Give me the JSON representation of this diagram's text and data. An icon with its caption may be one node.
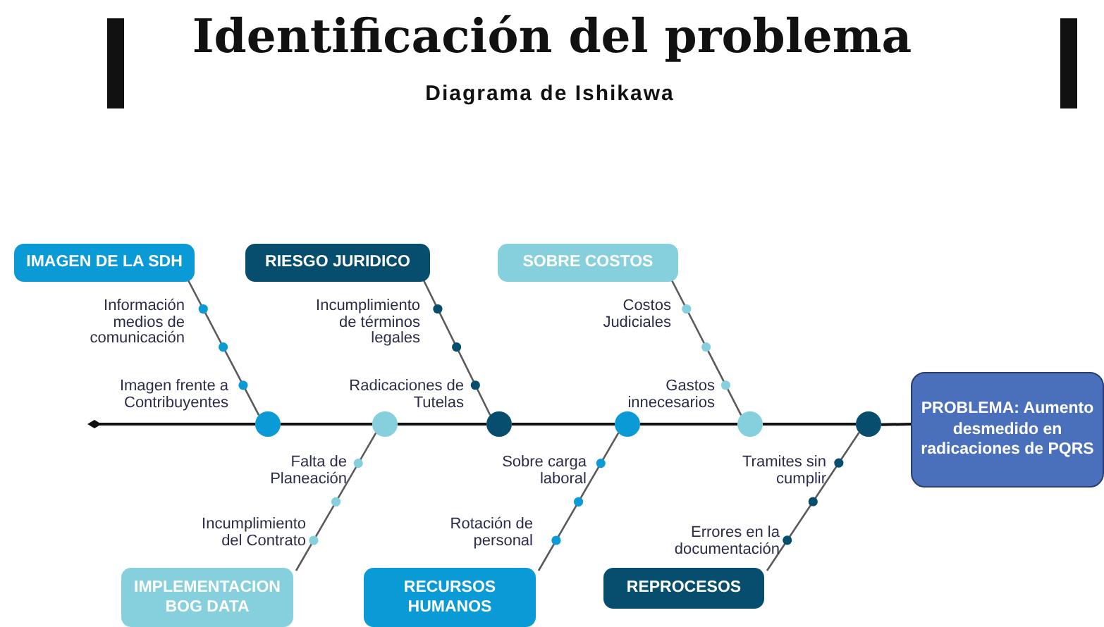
{
  "diagram": {
    "title": "Identificación del problema",
    "nodes": [
      {
        "text": [
          "IMAGEN DE LA SDH"
        ]
      },
      {
        "text": [
          "RIESGO JURIDICO"
        ]
      },
      {
        "text": [
          "SOBRE COSTOS"
        ]
      },
      {
        "text": [
          "PROBLEMA: Aumento desmedido en radicaciones de PQRS"
        ]
      },
      {
        "text": [
          "IMPLEMENTACION BOG DATA"
        ]
      },
      {
        "text": [
          "RECURSOS HUMANOS"
        ]
      },
      {
        "text": [
          "REPROCESOS"
        ]
      },
      {
        "text": [],
        "shape": "circle"
      },
      {
        "text": [],
        "shape": "circle"
      },
      {
        "text": [],
        "shape": "circle"
      },
      {
        "text": [],
        "shape": "circle"
      },
      {
        "text": [],
        "shape": "circle"
      },
      {
        "text": [],
        "shape": "circle"
      }
    ],
    "edges": [
      {
        "from": null,
        "to": 7,
        "arrow": "other"
      },
      {
        "from": 7,
        "to": 8,
        "arrow": "none"
      },
      {
        "from": 8,
        "to": 9,
        "arrow": "none"
      },
      {
        "from": 9,
        "to": 10,
        "arrow": "none"
      },
      {
        "from": 10,
        "to": 11,
        "arrow": "none"
      },
      {
        "from": 11,
        "to": 12,
        "arrow": "none"
      },
      {
        "from": 12,
        "to": 3,
        "arrow": "none"
      },
      {
        "from": 0,
        "to": 7,
        "arrow": "none",
        "color": "#5a5a5a"
      },
      {
        "from": 1,
        "to": 9,
        "arrow": "none",
        "color": "#5a5a5a"
      },
      {
        "from": 2,
        "to": 11,
        "arrow": "none",
        "color": "#5a5a5a"
      },
      {
        "from": 4,
        "to": 8,
        "arrow": "none",
        "color": "#5a5a5a"
      },
      {
        "from": 5,
        "to": 10,
        "arrow": "none",
        "color": "#5a5a5a"
      },
      {
        "from": 6,
        "to": 12,
        "arrow": "none",
        "color": "#5a5a5a"
      }
    ],
    "labels": [
      "Diagrama de Ishikawa",
      "Información medios de comunicación",
      "Incumplimiento de términos legales",
      "Costos Judiciales",
      "Imagen frente a Contribuyentes",
      "Radicaciones de Tutelas",
      "Gastos innecesarios",
      "Falta de Planeación",
      "Sobre carga laboral",
      "Tramites sin cumplir",
      "Incumplimiento del Contrato",
      "Rotación de personal",
      "Errores en la documentación"
    ]
  }
}
